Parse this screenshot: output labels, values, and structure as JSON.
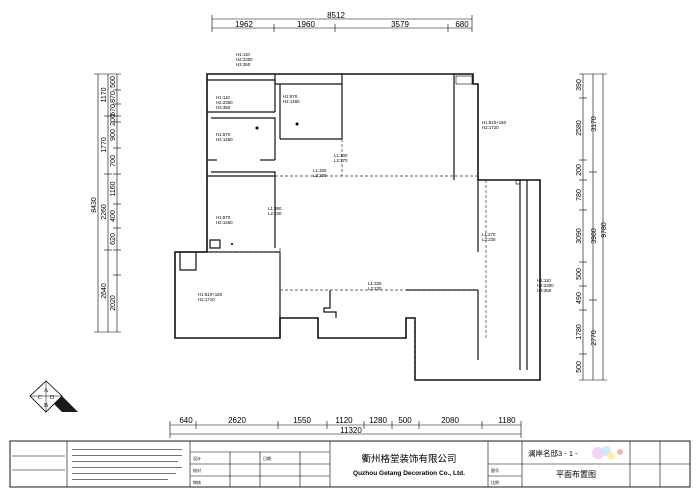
{
  "top_dims": {
    "total": "8512",
    "segments": [
      "1962",
      "1960",
      "3579",
      "680"
    ]
  },
  "bottom_dims": {
    "total": "11320",
    "segments": [
      "640",
      "2620",
      "1550",
      "1120",
      "1280",
      "500",
      "2080",
      "1180"
    ]
  },
  "left_dims": {
    "total": "8430",
    "outer": [
      "1170",
      "1770",
      "2260",
      "2640"
    ],
    "inner": [
      "500",
      "870",
      "670",
      "200",
      "900",
      "700",
      "1160",
      "400",
      "620",
      "2020"
    ]
  },
  "right_dims": {
    "total": "9780",
    "outer": [
      "3170",
      "3980",
      "2770"
    ],
    "inner": [
      "390",
      "2580",
      "200",
      "780",
      "3090",
      "500",
      "490",
      "1780",
      "500"
    ]
  },
  "room_labels": [
    {
      "h1": "H1:110",
      "h2": "H2:2300",
      "h3": "H3:350"
    },
    {
      "h1": "H1:110",
      "h2": "H2:2350",
      "h3": "H3:350"
    },
    {
      "h1": "H1:870",
      "h2": "H2:1460"
    },
    {
      "h1": "H1:870",
      "h2": "H2:1460"
    },
    {
      "h1": "H1:810+160",
      "h2": "H2:1720"
    },
    {
      "h1": "H1:870",
      "h2": "H2:1460"
    },
    {
      "h1": "H1:810+150",
      "h2": "H2:1710"
    },
    {
      "h1": "H1:110",
      "h2": "H2:2300",
      "h3": "H3:350"
    }
  ],
  "beam_labels": [
    {
      "a": "L1:100",
      "b": "L2:170"
    },
    {
      "a": "L1:330",
      "b": "L2:230"
    },
    {
      "a": "L1:350",
      "b": "L2:230"
    },
    {
      "a": "L1:270",
      "b": "L2:230"
    },
    {
      "a": "L1:330",
      "b": "L2:230"
    }
  ],
  "logo_letters": [
    "A",
    "C",
    "D",
    "B"
  ],
  "title_block": {
    "company_cn": "衢州格堂装饰有限公司",
    "company_en": "Quzhou Getang Decoration Co., Ltd.",
    "project_name": "澜岸名邸3 - 1 -",
    "drawing_title": "平面布置图",
    "small_fields": [
      "设计",
      "校对",
      "审核",
      "日期",
      "图号",
      "比例"
    ]
  },
  "colors": {
    "line": "#000000",
    "wall": "#111111",
    "dash": "#333333",
    "logo_dark": "#1a1a1a"
  }
}
